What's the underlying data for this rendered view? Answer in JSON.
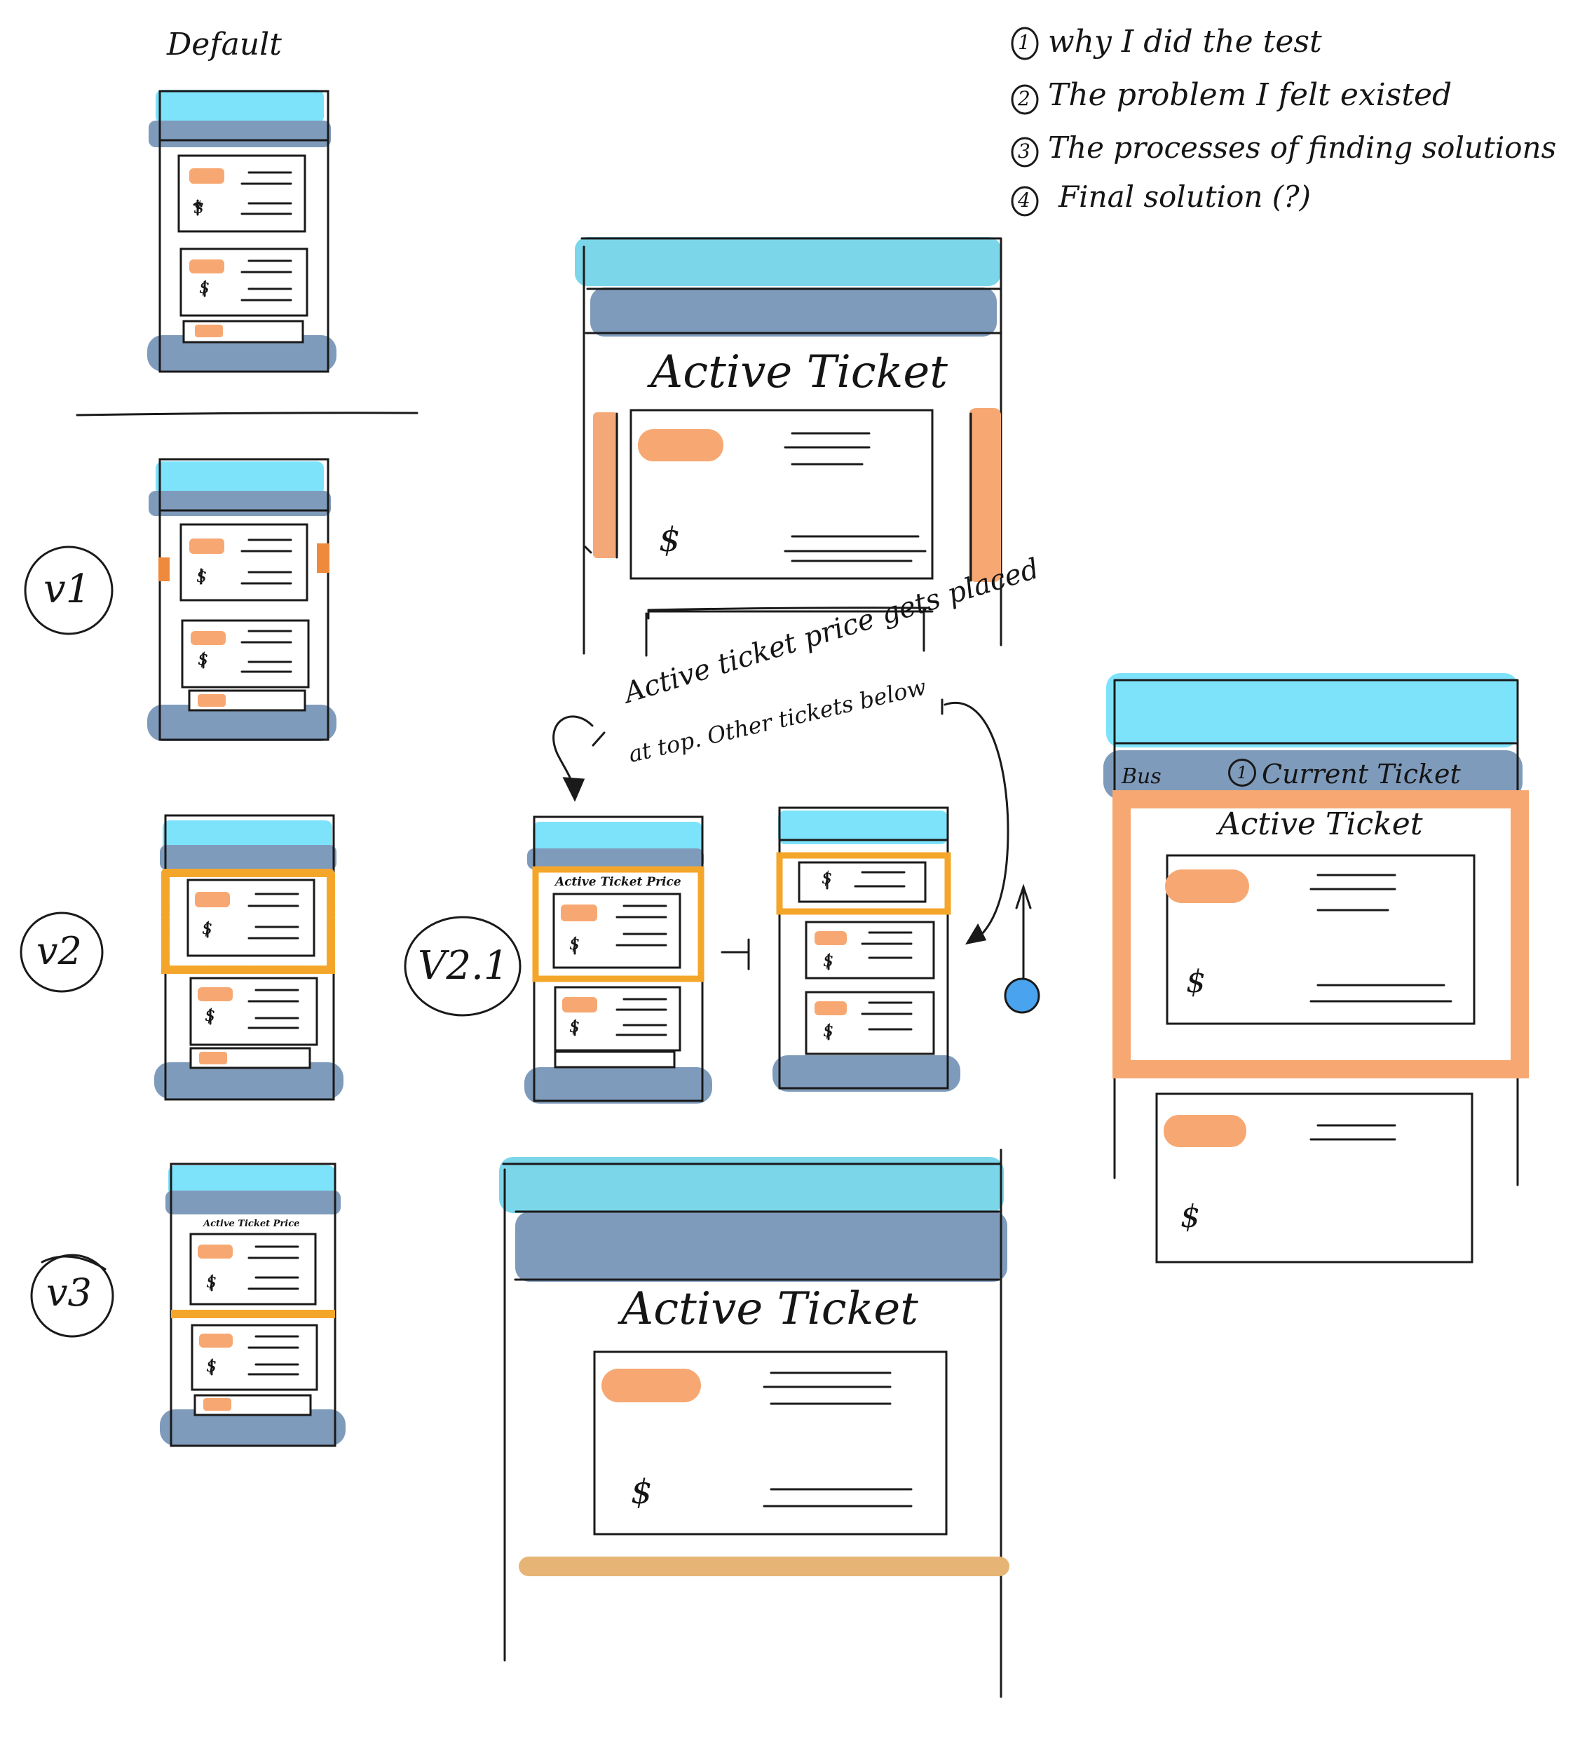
{
  "labels": {
    "default": "Default",
    "v1": "v1",
    "v2": "v2",
    "v3": "v3",
    "v2_1": "V2.1",
    "active_ticket_price": "Active Ticket Price",
    "dollar": "$",
    "active_ticket": "Active Ticket",
    "bus": "Bus",
    "current_ticket": "Current Ticket",
    "current_ticket_num": "1"
  },
  "annotation": {
    "line1": "Active ticket price gets placed",
    "line2": "at top. Other tickets below"
  },
  "notes": [
    {
      "num": "1",
      "text": "why I did the test"
    },
    {
      "num": "2",
      "text": "The problem I felt existed"
    },
    {
      "num": "3",
      "text": "The processes of finding solutions"
    },
    {
      "num": "4",
      "text": "Final solution (?)"
    }
  ],
  "colors": {
    "cyan": "#7de3fb",
    "navy": "#7f9bbb",
    "orange": "#f7a872",
    "highlight": "#f4a62a",
    "tan": "#e6b575",
    "blue_dot": "#4aa3ee"
  }
}
